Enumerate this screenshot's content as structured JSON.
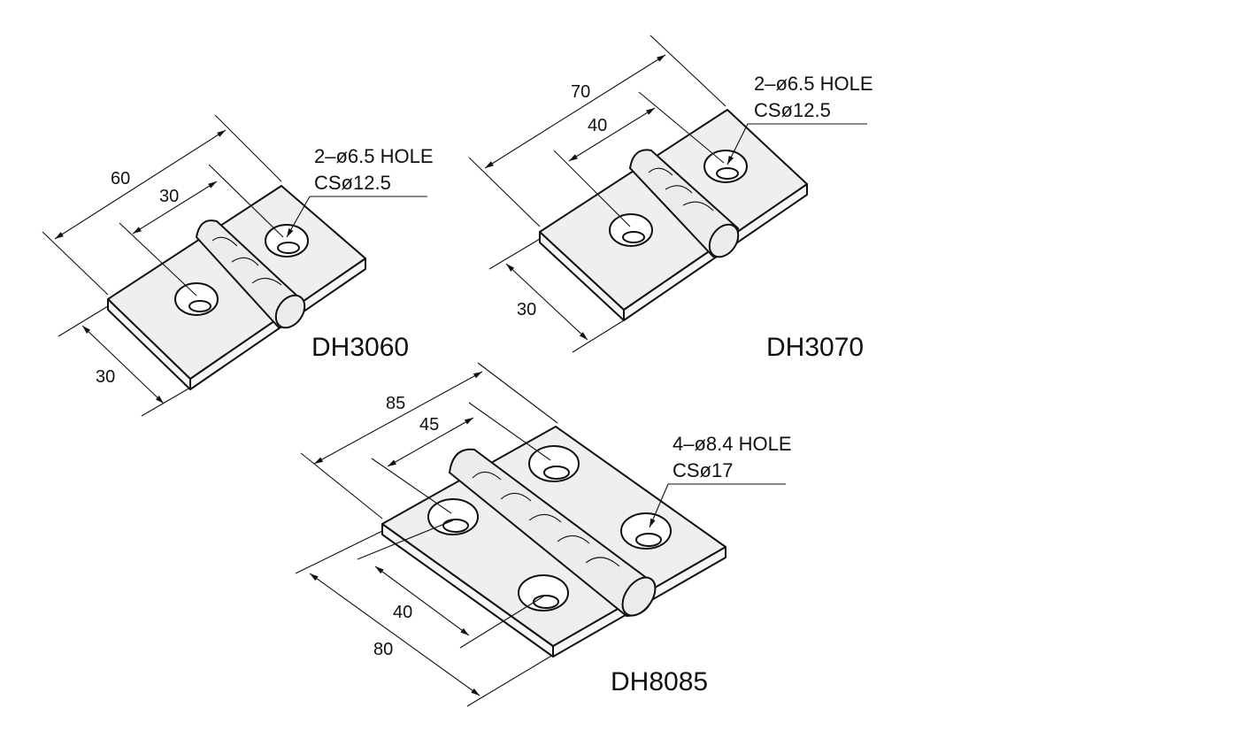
{
  "hinges": [
    {
      "model": "DH3060",
      "length": "60",
      "hole_spacing": "30",
      "width": "30",
      "hole_note": "2–ø6.5 HOLE",
      "countersink_note": "CSø12.5"
    },
    {
      "model": "DH3070",
      "length": "70",
      "hole_spacing": "40",
      "width": "30",
      "hole_note": "2–ø6.5 HOLE",
      "countersink_note": "CSø12.5"
    },
    {
      "model": "DH8085",
      "length": "85",
      "hole_spacing": "45",
      "width": "80",
      "width_hole_spacing": "40",
      "hole_note": "4–ø8.4 HOLE",
      "countersink_note": "CSø17"
    }
  ]
}
